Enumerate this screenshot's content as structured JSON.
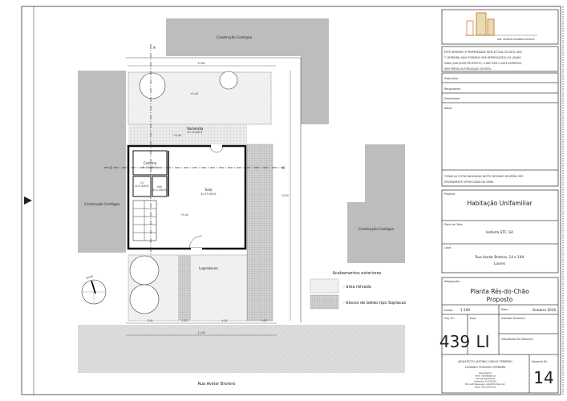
{
  "drawing": {
    "neighbors": [
      "Construção Contígua",
      "Construção Contígua",
      "Construção Contígua"
    ],
    "section_markers": [
      "A",
      "C",
      "C"
    ],
    "rooms": {
      "varanda": {
        "name": "Varanda",
        "area": "A=13.00m2"
      },
      "cozinha": {
        "name": "Cozinha",
        "area": "A=11.50m2"
      },
      "is": {
        "name": "I.S.",
        "area": "A=3.40m2"
      },
      "hall": {
        "name": "Hall",
        "area": "A=2.00m2"
      },
      "sala": {
        "name": "Sala",
        "area": "A=37.00m2"
      },
      "logradouro": {
        "name": "Logradouro"
      }
    },
    "levels": [
      "+0.40",
      "+0.40",
      "+0.45"
    ],
    "dimensions": {
      "top_total": "10.60",
      "bottom_total": "11.00",
      "depth": "10.50",
      "bottom_parts": [
        "3.00",
        "1.10",
        "4.45",
        "1.00"
      ]
    },
    "north_label": "Norte",
    "street": "Rua Avelar Brotero"
  },
  "legend": {
    "title": "Acabamentos exteriores",
    "items": [
      {
        "label": "- área relvada",
        "color": "#f1f1f1"
      },
      {
        "label": "- blocos de betão tipo Soplacas",
        "color": "#c9c9c9"
      }
    ]
  },
  "title_block": {
    "logo_text": "arq. antónio teodósio ferreira",
    "copyright": [
      "ESTE DESENHO É PROPRIEDADE INTELECTUAL DO ARQ. ANT.",
      "T. FERREIRA, NÃO PODENDO SER REPRODUZIDO OU USADO",
      "PARA QUALQUER PROPÓSITO, A NÃO SER O AQUI EXPRESSO,",
      "SEM PRÉVIA AUTORIZAÇÃO ESCRITA."
    ],
    "projectista_label": "Projectista:",
    "responsavel_label": "Responsável:",
    "desenhador_label": "Desenhador:",
    "notas_label": "Notas:",
    "notes_footer": [
      "TODAS AS COTAS INDICADAS NESTE DESENHO DEVERÃO SER",
      "DEVIDAMENTE VERIFICADAS NA OBRA."
    ],
    "projecto_label": "Projecto:",
    "projecto": "Habitação Unifamiliar",
    "dono_label": "Dono da Obra:",
    "dono": "Hefesto STC, SA",
    "local_label": "Local:",
    "local": [
      "Rua Avelar Brotero, 14 e 14A",
      "Loures"
    ],
    "designacao_label": "Designação:",
    "designacao": [
      "Planta Rés-do-Chão",
      "Proposto"
    ],
    "escala_label": "Escala:",
    "escala": "1:100",
    "data_label": "Data:",
    "data": "Outubro 2016",
    "proj_label": "Proj. Nº:",
    "proj": "439",
    "fase_label": "Fase:",
    "fase": "LI",
    "substitui_label": "Substitui Desenho:",
    "substituido_label": "Substituído Por Desenho:",
    "author": [
      "ARQUITECTO ANTÓNIO CARLOS TERREIRO",
      "LOGRADO TEODÓSIO FERREIRA"
    ],
    "contacts": [
      "www.atopf.pt",
      "email: atopf@sapo.pt",
      "mbl: geral@atopf.pt",
      "telemóvel: 91 000 000",
      "Microsoft Messenger: atopf@hotmail.com",
      "Skype: antonioferreira"
    ],
    "desenho_label": "Desenho Nº:",
    "desenho": "14"
  }
}
